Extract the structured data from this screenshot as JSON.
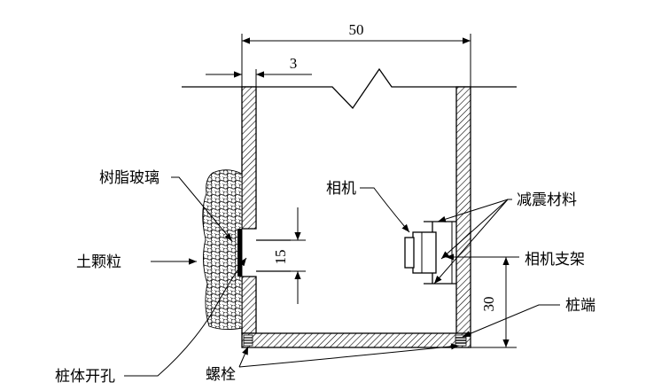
{
  "labels": {
    "resin_glass": "树脂玻璃",
    "soil_particles": "土颗粒",
    "pile_opening": "桩体开孔",
    "bolt": "螺栓",
    "camera": "相机",
    "damping_material": "减震材料",
    "camera_mount": "相机支架",
    "pile_end": "桩端"
  },
  "dimensions": {
    "pile_width": "50",
    "wall_thickness": "3",
    "window_height": "15",
    "window_from_base": "30"
  }
}
